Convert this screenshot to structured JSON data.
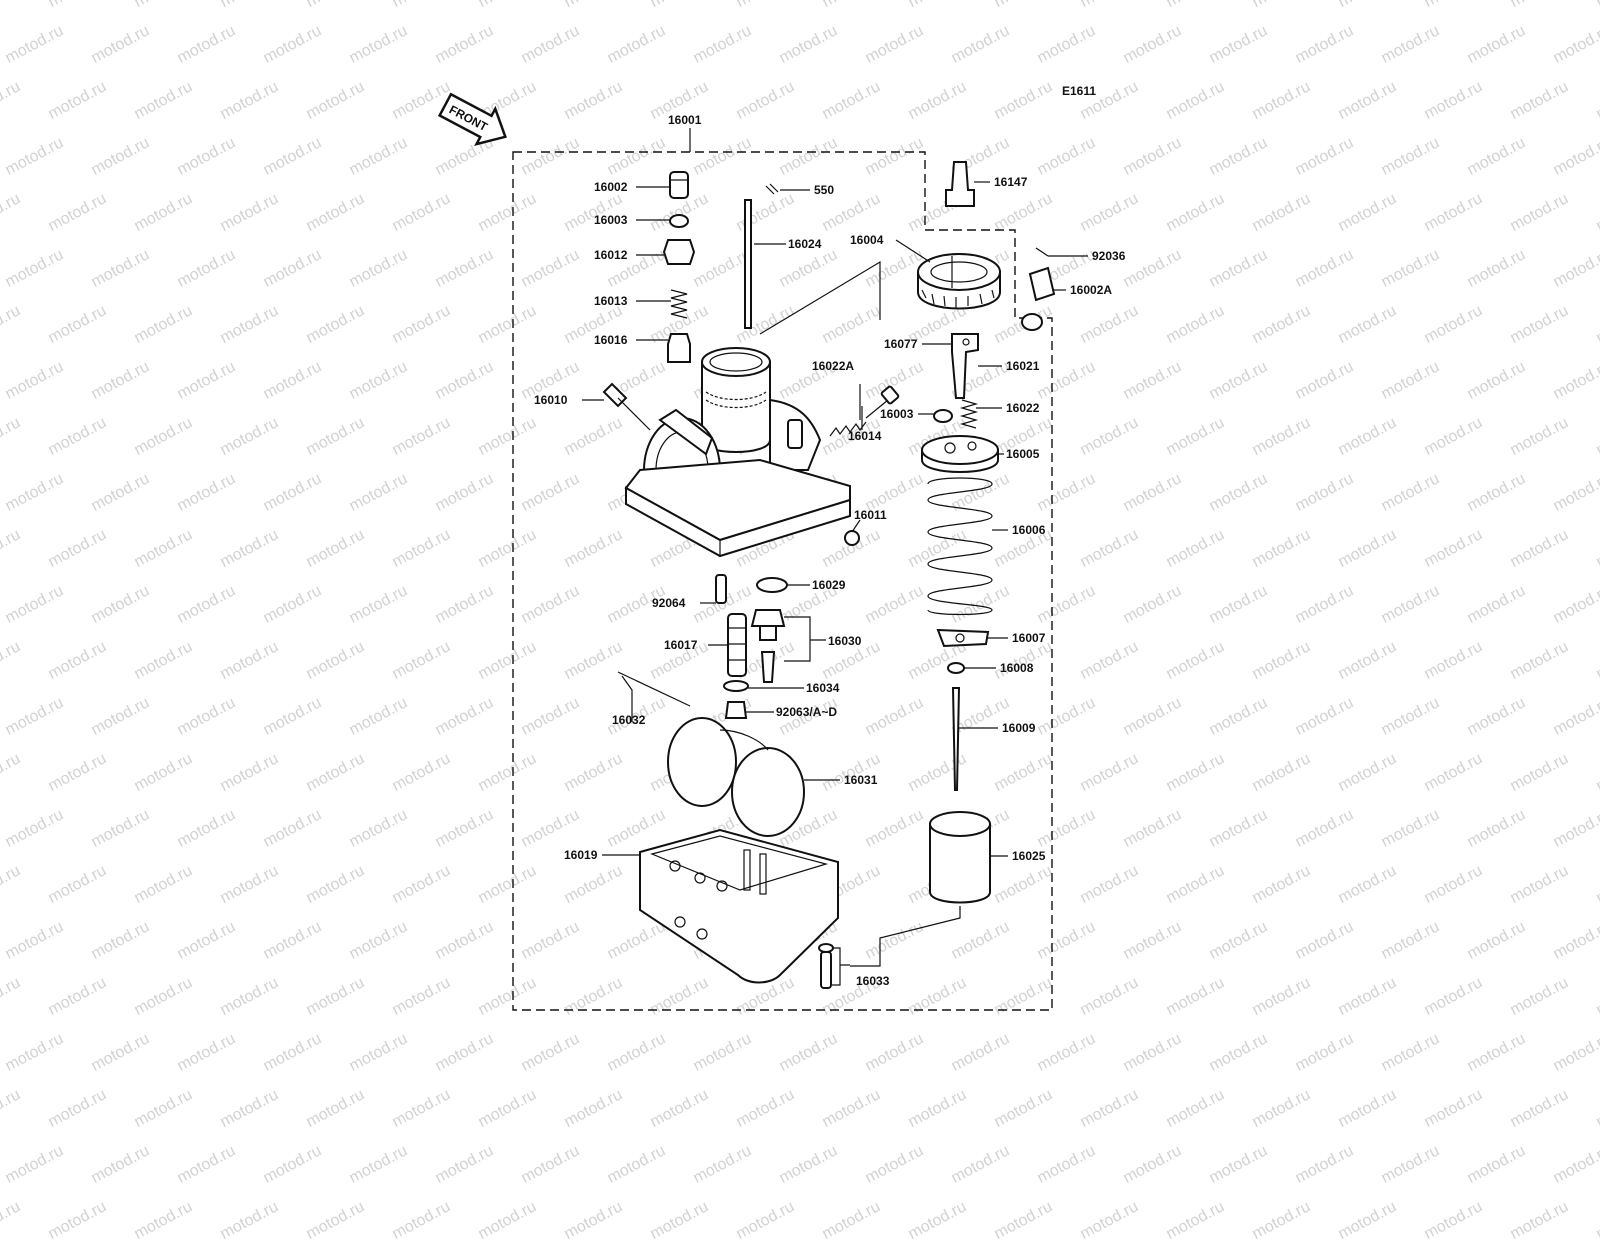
{
  "diagram": {
    "figure_code": "E1611",
    "front_label": "FRONT",
    "watermark_text": "motod.ru",
    "labels": {
      "p16001": "16001",
      "p16002": "16002",
      "p16003a": "16003",
      "p16012": "16012",
      "p16013": "16013",
      "p16016": "16016",
      "p16010": "16010",
      "p550": "550",
      "p16024": "16024",
      "p16022A": "16022A",
      "p16014": "16014",
      "p16011": "16011",
      "p16029": "16029",
      "p92064": "92064",
      "p16017": "16017",
      "p16030": "16030",
      "p16034": "16034",
      "p92063": "92063/A~D",
      "p16032": "16032",
      "p16031": "16031",
      "p16019": "16019",
      "p16033": "16033",
      "p16147": "16147",
      "p92036": "92036",
      "p16002A": "16002A",
      "p16004": "16004",
      "p16077": "16077",
      "p16021": "16021",
      "p16003b": "16003",
      "p16022": "16022",
      "p16005": "16005",
      "p16006": "16006",
      "p16007": "16007",
      "p16008": "16008",
      "p16009": "16009",
      "p16025": "16025"
    }
  }
}
